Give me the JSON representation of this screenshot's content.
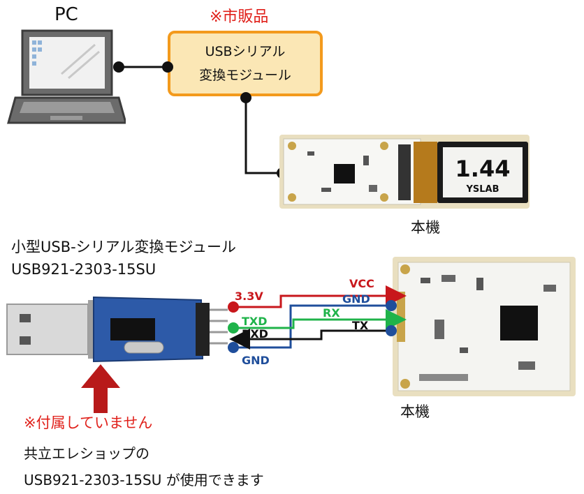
{
  "top": {
    "pc_label": "PC",
    "market_note": "※市販品",
    "usb_module_line1": "USBシリアル",
    "usb_module_line2": "変換モジュール",
    "device_label": "本機",
    "lcd_value": "1.44",
    "lcd_brand": "YSLAB"
  },
  "bottom": {
    "module_title": "小型USB-シリアル変換モジュール",
    "module_part": "USB921-2303-15SU",
    "device_label": "本機",
    "pins_left": [
      "3.3V",
      "TXD",
      "RXD",
      "GND"
    ],
    "pins_right": [
      "VCC",
      "GND",
      "RX",
      "TX"
    ],
    "note_not_included": "※付属していません",
    "note_shop": "共立エレショップの",
    "note_usable": "USB921-2303-15SU が使用できます"
  },
  "colors": {
    "red": "#c8171c",
    "blue": "#1f4e9b",
    "green": "#1fb34a",
    "black": "#111111",
    "orange": "#f39a1c",
    "arrow": "#b81a1a"
  }
}
